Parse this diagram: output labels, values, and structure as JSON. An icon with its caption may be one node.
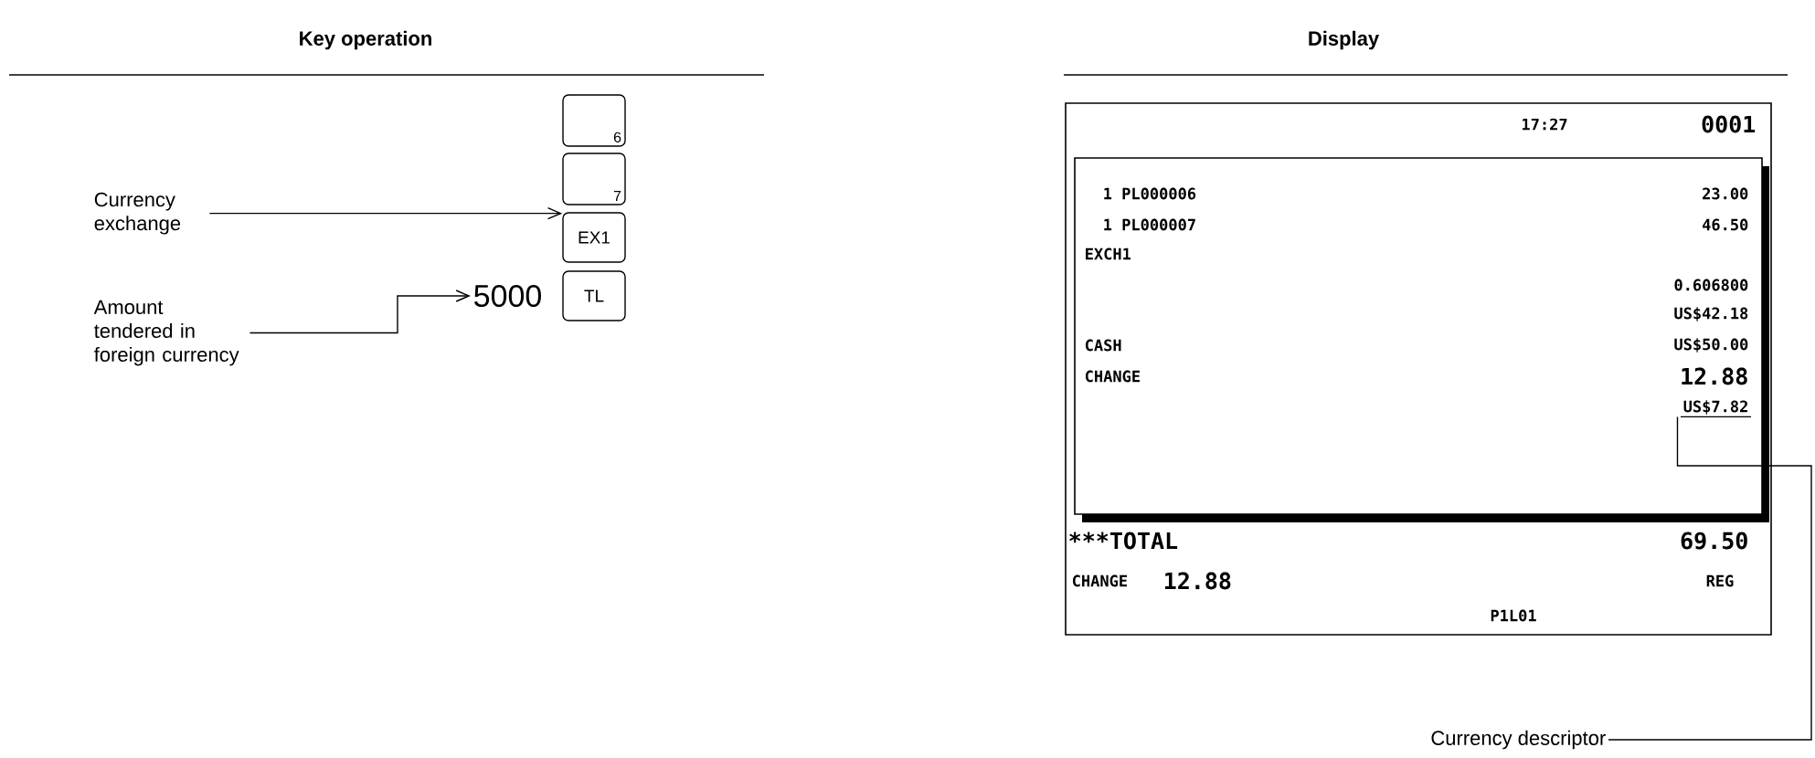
{
  "diagram": {
    "nodes": [
      {
        "text": [
          "Currency exchange"
        ]
      },
      {
        "text": [
          "Amount tendered in foreign currency"
        ]
      },
      {
        "text": [
          "5000"
        ]
      },
      {
        "text": [
          "6"
        ]
      },
      {
        "text": [
          "7"
        ]
      },
      {
        "text": [
          "EX1"
        ]
      },
      {
        "text": [
          "TL"
        ]
      },
      {
        "text": [],
        "shape": "box"
      },
      {
        "text": [],
        "shape": "box",
        "in": 7
      },
      {
        "text": [
          "US$7.82"
        ],
        "in": 8
      },
      {
        "text": [
          "Currency descriptor"
        ]
      }
    ],
    "edges": [
      {
        "from": 0,
        "to": 5,
        "arrow": "to"
      },
      {
        "from": 1,
        "to": 2,
        "arrow": "to"
      },
      {
        "from": 10,
        "to": 9,
        "arrow": "none"
      }
    ],
    "labels": [
      "Key operation",
      "Display",
      "17:27",
      "0001",
      "1 PL000006",
      "23.00",
      "1 PL000007",
      "46.50",
      "EXCH1",
      "0.606800",
      "US$42.18",
      "CASH",
      "US$50.00",
      "CHANGE",
      "12.88",
      "***TOTAL",
      "69.50",
      "CHANGE",
      "12.88",
      "REG",
      "P1L01"
    ]
  }
}
